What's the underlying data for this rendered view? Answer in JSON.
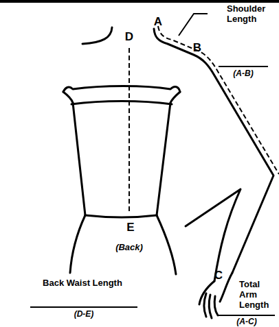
{
  "diagram": {
    "labels": [
      "Shoulder Length",
      "A",
      "B",
      "(A-B)",
      "D",
      "E",
      "(Back)",
      "Back Waist Length",
      "(D-E)",
      "C",
      "Total Arm Length",
      "(A-C)"
    ]
  }
}
